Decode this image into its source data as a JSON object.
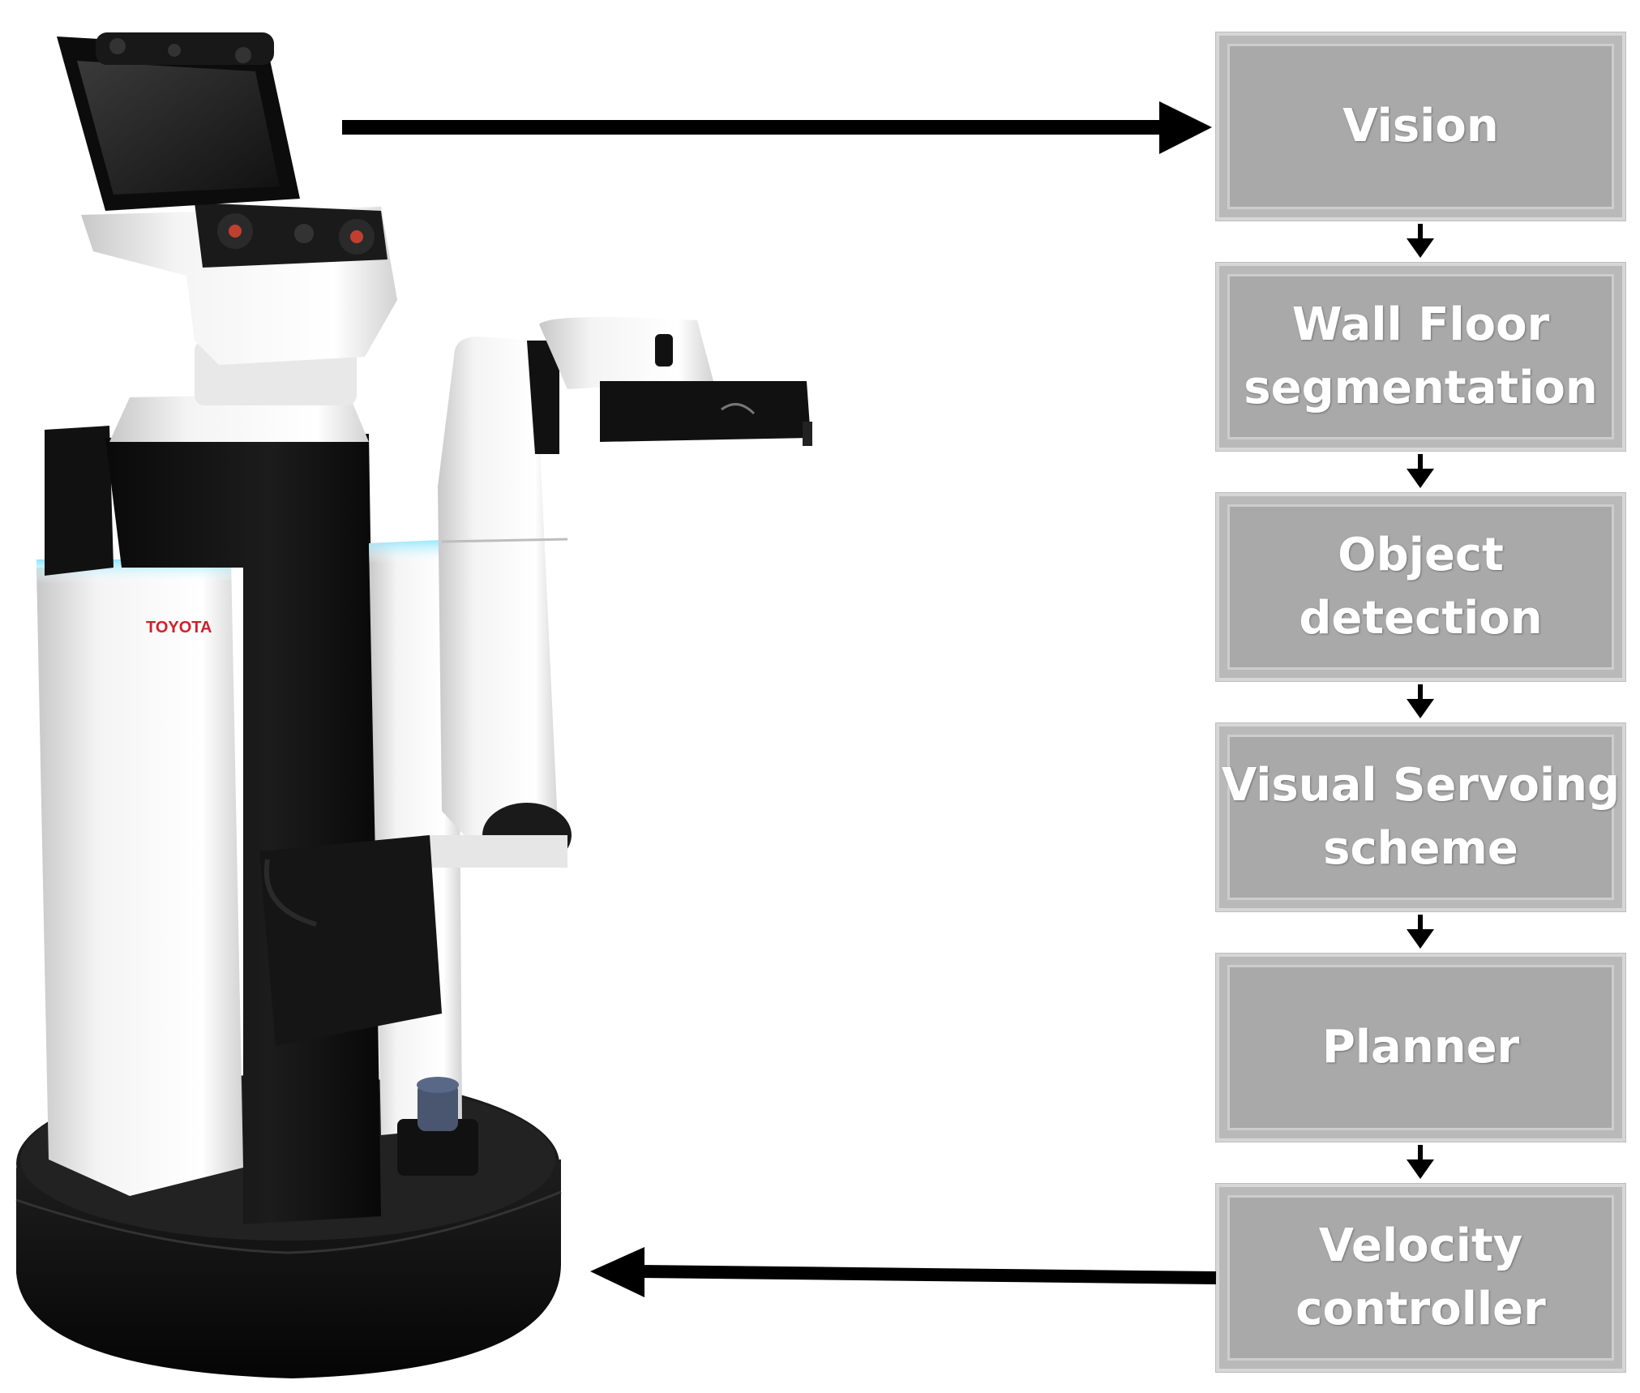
{
  "pipeline": [
    {
      "id": "vision",
      "lines": [
        "Vision"
      ]
    },
    {
      "id": "wall-floor-segmentation",
      "lines": [
        "Wall Floor",
        "segmentation"
      ]
    },
    {
      "id": "object-detection",
      "lines": [
        "Object",
        "detection"
      ]
    },
    {
      "id": "visual-servoing-scheme",
      "lines": [
        "Visual Servoing",
        "scheme"
      ]
    },
    {
      "id": "planner",
      "lines": [
        "Planner"
      ]
    },
    {
      "id": "velocity-controller",
      "lines": [
        "Velocity",
        "controller"
      ]
    }
  ],
  "robot": {
    "brand_logo": "TOYOTA",
    "logo_color": "#d0202a"
  },
  "colors": {
    "box_fill": "#a9a9a9",
    "box_border": "#d6d6d6",
    "box_text": "#ffffff",
    "arrow": "#000000"
  }
}
